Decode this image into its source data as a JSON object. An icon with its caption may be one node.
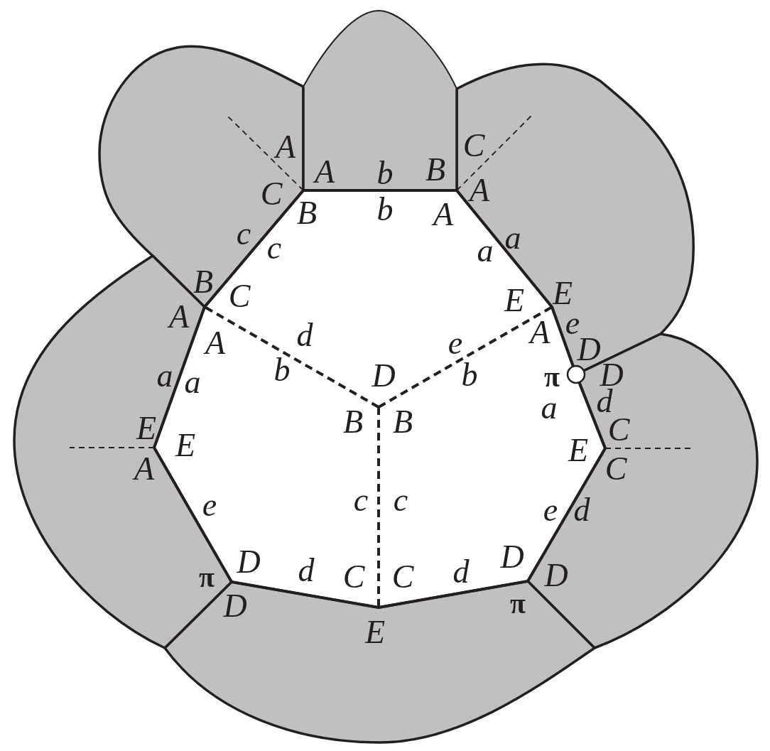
{
  "diagram": {
    "labels": [
      "A",
      "C",
      "A",
      "b",
      "B",
      "C",
      "A",
      "B",
      "b",
      "A",
      "c",
      "a",
      "c",
      "a",
      "B",
      "C",
      "E",
      "E",
      "A",
      "d",
      "A",
      "e",
      "A",
      "e",
      "D",
      "a",
      "a",
      "b",
      "D",
      "b",
      "π",
      "D",
      "a",
      "d",
      "E",
      "B",
      "B",
      "C",
      "E",
      "E",
      "A",
      "C",
      "e",
      "c",
      "c",
      "e",
      "d",
      "D",
      "D",
      "π",
      "d",
      "C",
      "C",
      "d",
      "D",
      "D",
      "π",
      "E"
    ]
  }
}
